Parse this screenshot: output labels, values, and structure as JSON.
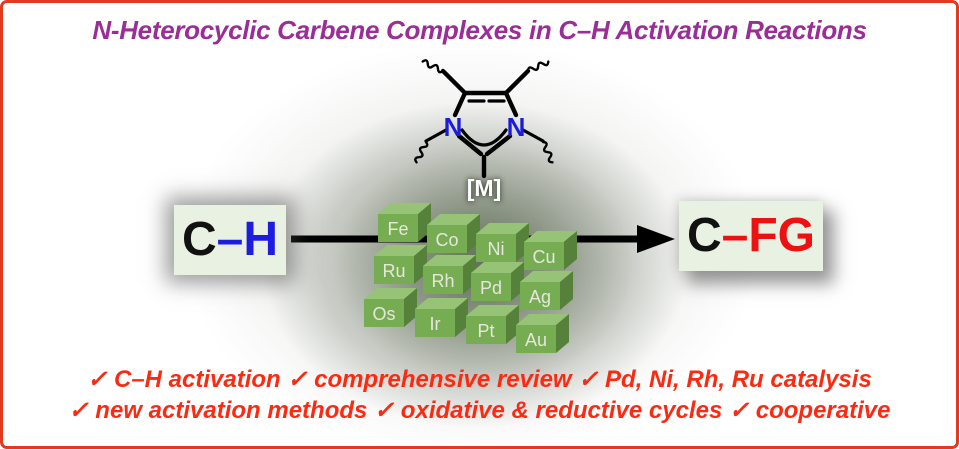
{
  "title": "N-Heterocyclic Carbene Complexes in C–H Activation Reactions",
  "nhc_ligand": {
    "n_left": "N",
    "n_right": "N",
    "metal_label": "[M]"
  },
  "reactant": {
    "atom": "C",
    "bond": "–",
    "group": "H"
  },
  "product": {
    "atom": "C",
    "bond": "–",
    "group": "FG"
  },
  "catalyst_cubes": {
    "metals": [
      "Fe",
      "Co",
      "Ni",
      "Cu",
      "Ru",
      "Rh",
      "Pd",
      "Ag",
      "Os",
      "Ir",
      "Pt",
      "Au"
    ]
  },
  "footer": {
    "line1": "✓ C–H activation ✓ comprehensive review ✓ Pd, Ni, Rh, Ru catalysis",
    "line2": "✓ new activation methods ✓ oxidative & reductive cycles ✓ cooperative"
  },
  "colors": {
    "border": "#e13a1c",
    "title_purple": "#9a2d96",
    "footer_red": "#fb2a12",
    "nitrogen_blue": "#1b1bdb",
    "h_blue": "#1d1de0",
    "fg_red": "#ee1111",
    "box_bg": "#e9f2e2",
    "cube_front": "#76ad52",
    "cube_top": "#97c377",
    "cube_side": "#55813a",
    "cube_text": "#e6e6dd"
  }
}
